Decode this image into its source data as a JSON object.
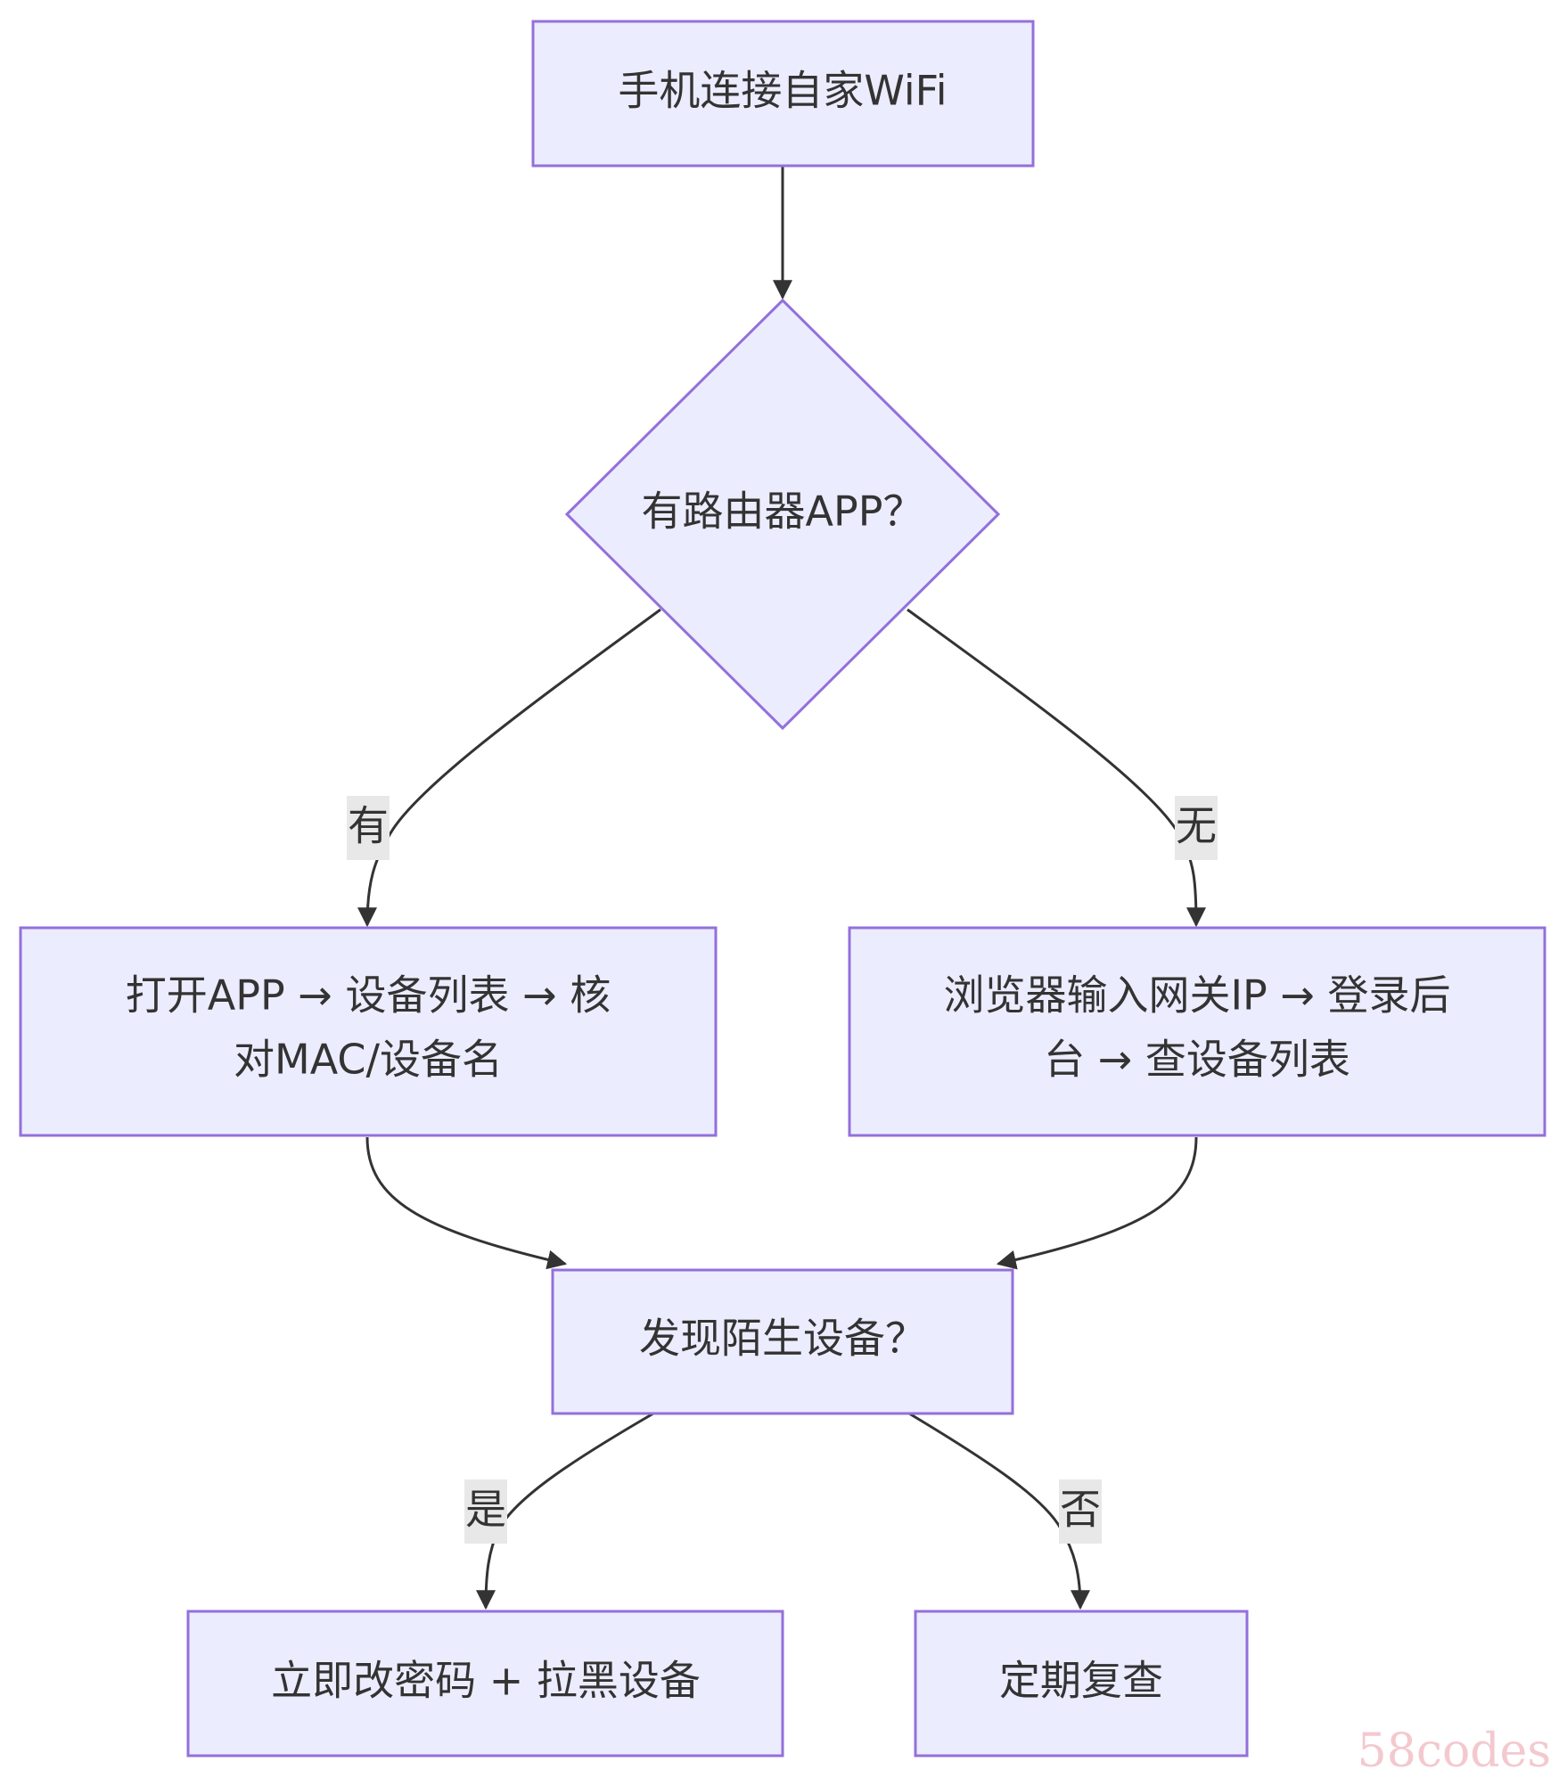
{
  "diagram": {
    "type": "flowchart",
    "colors": {
      "node_fill": "#ECECFF",
      "node_stroke": "#9370DB",
      "edge": "#333333",
      "label_bg": "#E8E8E8",
      "text": "#333333"
    },
    "nodes": {
      "start": {
        "label": "手机连接自家WiFi",
        "shape": "rect"
      },
      "decision_app": {
        "label": "有路由器APP？",
        "shape": "diamond"
      },
      "app_path": {
        "lines": [
          "打开APP → 设备列表 → 核",
          "对MAC/设备名"
        ],
        "shape": "rect"
      },
      "browser_path": {
        "lines": [
          "浏览器输入网关IP → 登录后",
          "台 → 查设备列表"
        ],
        "shape": "rect"
      },
      "decision_stranger": {
        "label": "发现陌生设备？",
        "shape": "rect"
      },
      "action_yes": {
        "label": "立即改密码 + 拉黑设备",
        "shape": "rect"
      },
      "action_no": {
        "label": "定期复查",
        "shape": "rect"
      }
    },
    "edges": [
      {
        "from": "start",
        "to": "decision_app",
        "label": ""
      },
      {
        "from": "decision_app",
        "to": "app_path",
        "label": "有"
      },
      {
        "from": "decision_app",
        "to": "browser_path",
        "label": "无"
      },
      {
        "from": "app_path",
        "to": "decision_stranger",
        "label": ""
      },
      {
        "from": "browser_path",
        "to": "decision_stranger",
        "label": ""
      },
      {
        "from": "decision_stranger",
        "to": "action_yes",
        "label": "是"
      },
      {
        "from": "decision_stranger",
        "to": "action_no",
        "label": "否"
      }
    ]
  },
  "watermark": {
    "text": "58codes"
  }
}
